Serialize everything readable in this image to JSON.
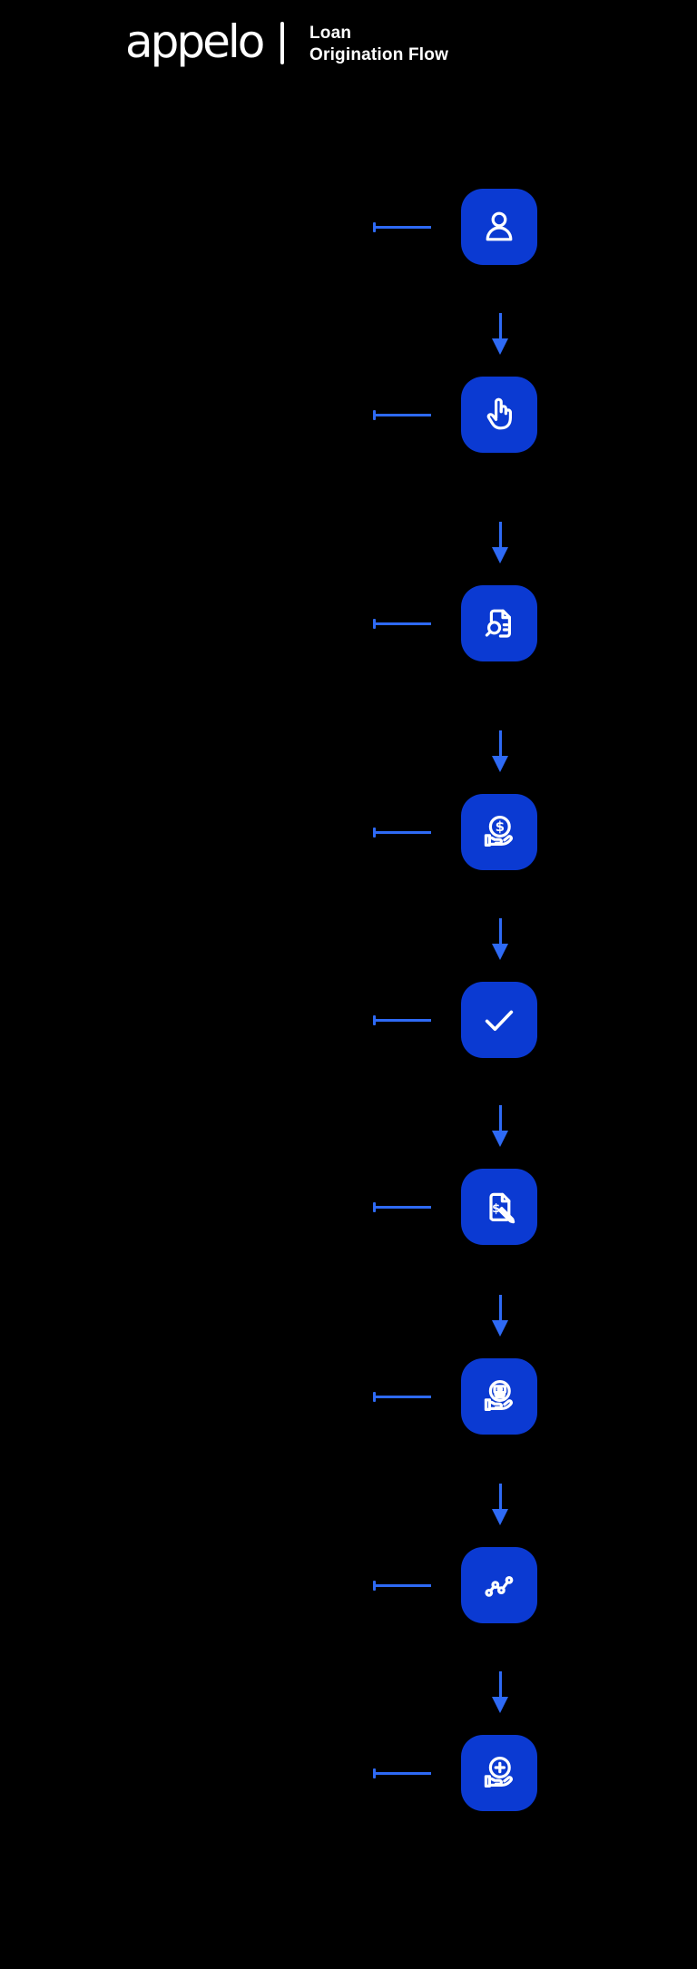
{
  "colors": {
    "background": "#000000",
    "tile": "#0B3AD2",
    "accent": "#2E6AF5",
    "icon_stroke": "#FFFFFF",
    "text": "#FFFFFF"
  },
  "glyphs": {
    "dollar": "$"
  },
  "header": {
    "logo_text": "appelo",
    "title_line1": "Loan",
    "title_line2": "Origination Flow"
  },
  "flow": {
    "steps": [
      {
        "icon": "user-icon"
      },
      {
        "icon": "tap-icon"
      },
      {
        "icon": "document-search-icon"
      },
      {
        "icon": "hand-coin-dollar-icon"
      },
      {
        "icon": "checkmark-icon"
      },
      {
        "icon": "document-sign-icon"
      },
      {
        "icon": "hand-cash-icon"
      },
      {
        "icon": "line-chart-icon"
      },
      {
        "icon": "hand-plus-icon"
      }
    ]
  }
}
